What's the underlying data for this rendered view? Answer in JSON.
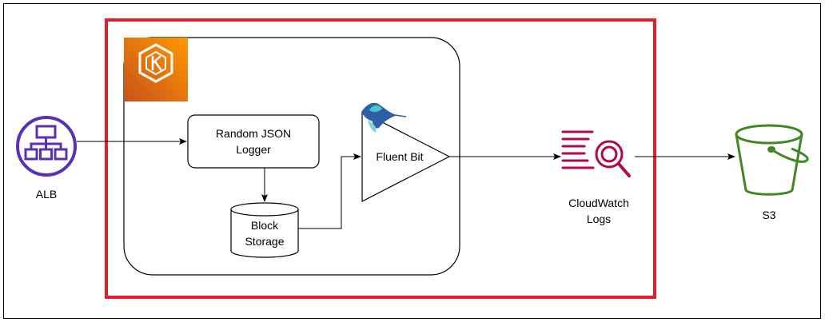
{
  "nodes": {
    "alb": {
      "label": "ALB"
    },
    "logger": {
      "label": "Random JSON\nLogger"
    },
    "storage": {
      "label": "Block\nStorage"
    },
    "fluentbit": {
      "label": "Fluent Bit"
    },
    "cloudwatch": {
      "label": "CloudWatch\nLogs"
    },
    "s3": {
      "label": "S3"
    }
  },
  "icons": {
    "alb": "load-balancer-icon",
    "eks": "kubernetes-icon",
    "fluentbit": "hummingbird-icon",
    "cloudwatch": "cloudwatch-logs-icon",
    "s3": "bucket-icon"
  },
  "colors": {
    "highlight_border": "#e0202a",
    "alb": "#5a30b5",
    "eks": "#ed7100",
    "cloudwatch": "#b0084d",
    "s3": "#3f8624",
    "fluentbit_teal": "#49c6c8",
    "fluentbit_blue": "#2d5ea8"
  }
}
